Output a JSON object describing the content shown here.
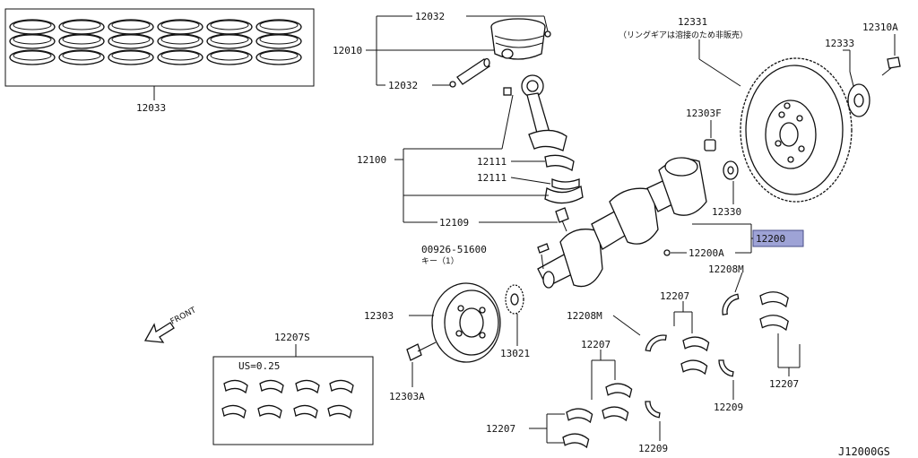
{
  "diagram": {
    "code": "J12000GS",
    "front_label": "FRONT",
    "highlight_color": "#9ea3d6",
    "labels": {
      "rings": "12033",
      "piston_assy": "12010",
      "pin_clip_top": "12032",
      "pin_clip_bottom": "12032",
      "conrod": "12100",
      "conrod_bearing_a": "12111",
      "conrod_bearing_b": "12111",
      "conrod_bolt": "12109",
      "key_part": "00926-51600",
      "key_note": "キー（1）",
      "pulley": "12303",
      "pulley_bolt": "12303A",
      "sprocket": "13021",
      "crankshaft": "12200",
      "crank_plug": "12200A",
      "flywheel": "12331",
      "flywheel_note": "（リングギアは溶接のため非販売）",
      "plate": "12333",
      "flywheel_bolt": "12310A",
      "dowel": "12303F",
      "pilot_bushing": "12330",
      "undersize_set": "12207S",
      "undersize_note": "US=0.25",
      "thrust_washer_left": "12208M",
      "thrust_washer_right": "12208M",
      "main_bearing_1": "12207",
      "main_bearing_2": "12207",
      "main_bearing_3": "12207",
      "main_bearing_4": "12207",
      "thrust_bearing_1": "12209",
      "thrust_bearing_2": "12209"
    }
  }
}
